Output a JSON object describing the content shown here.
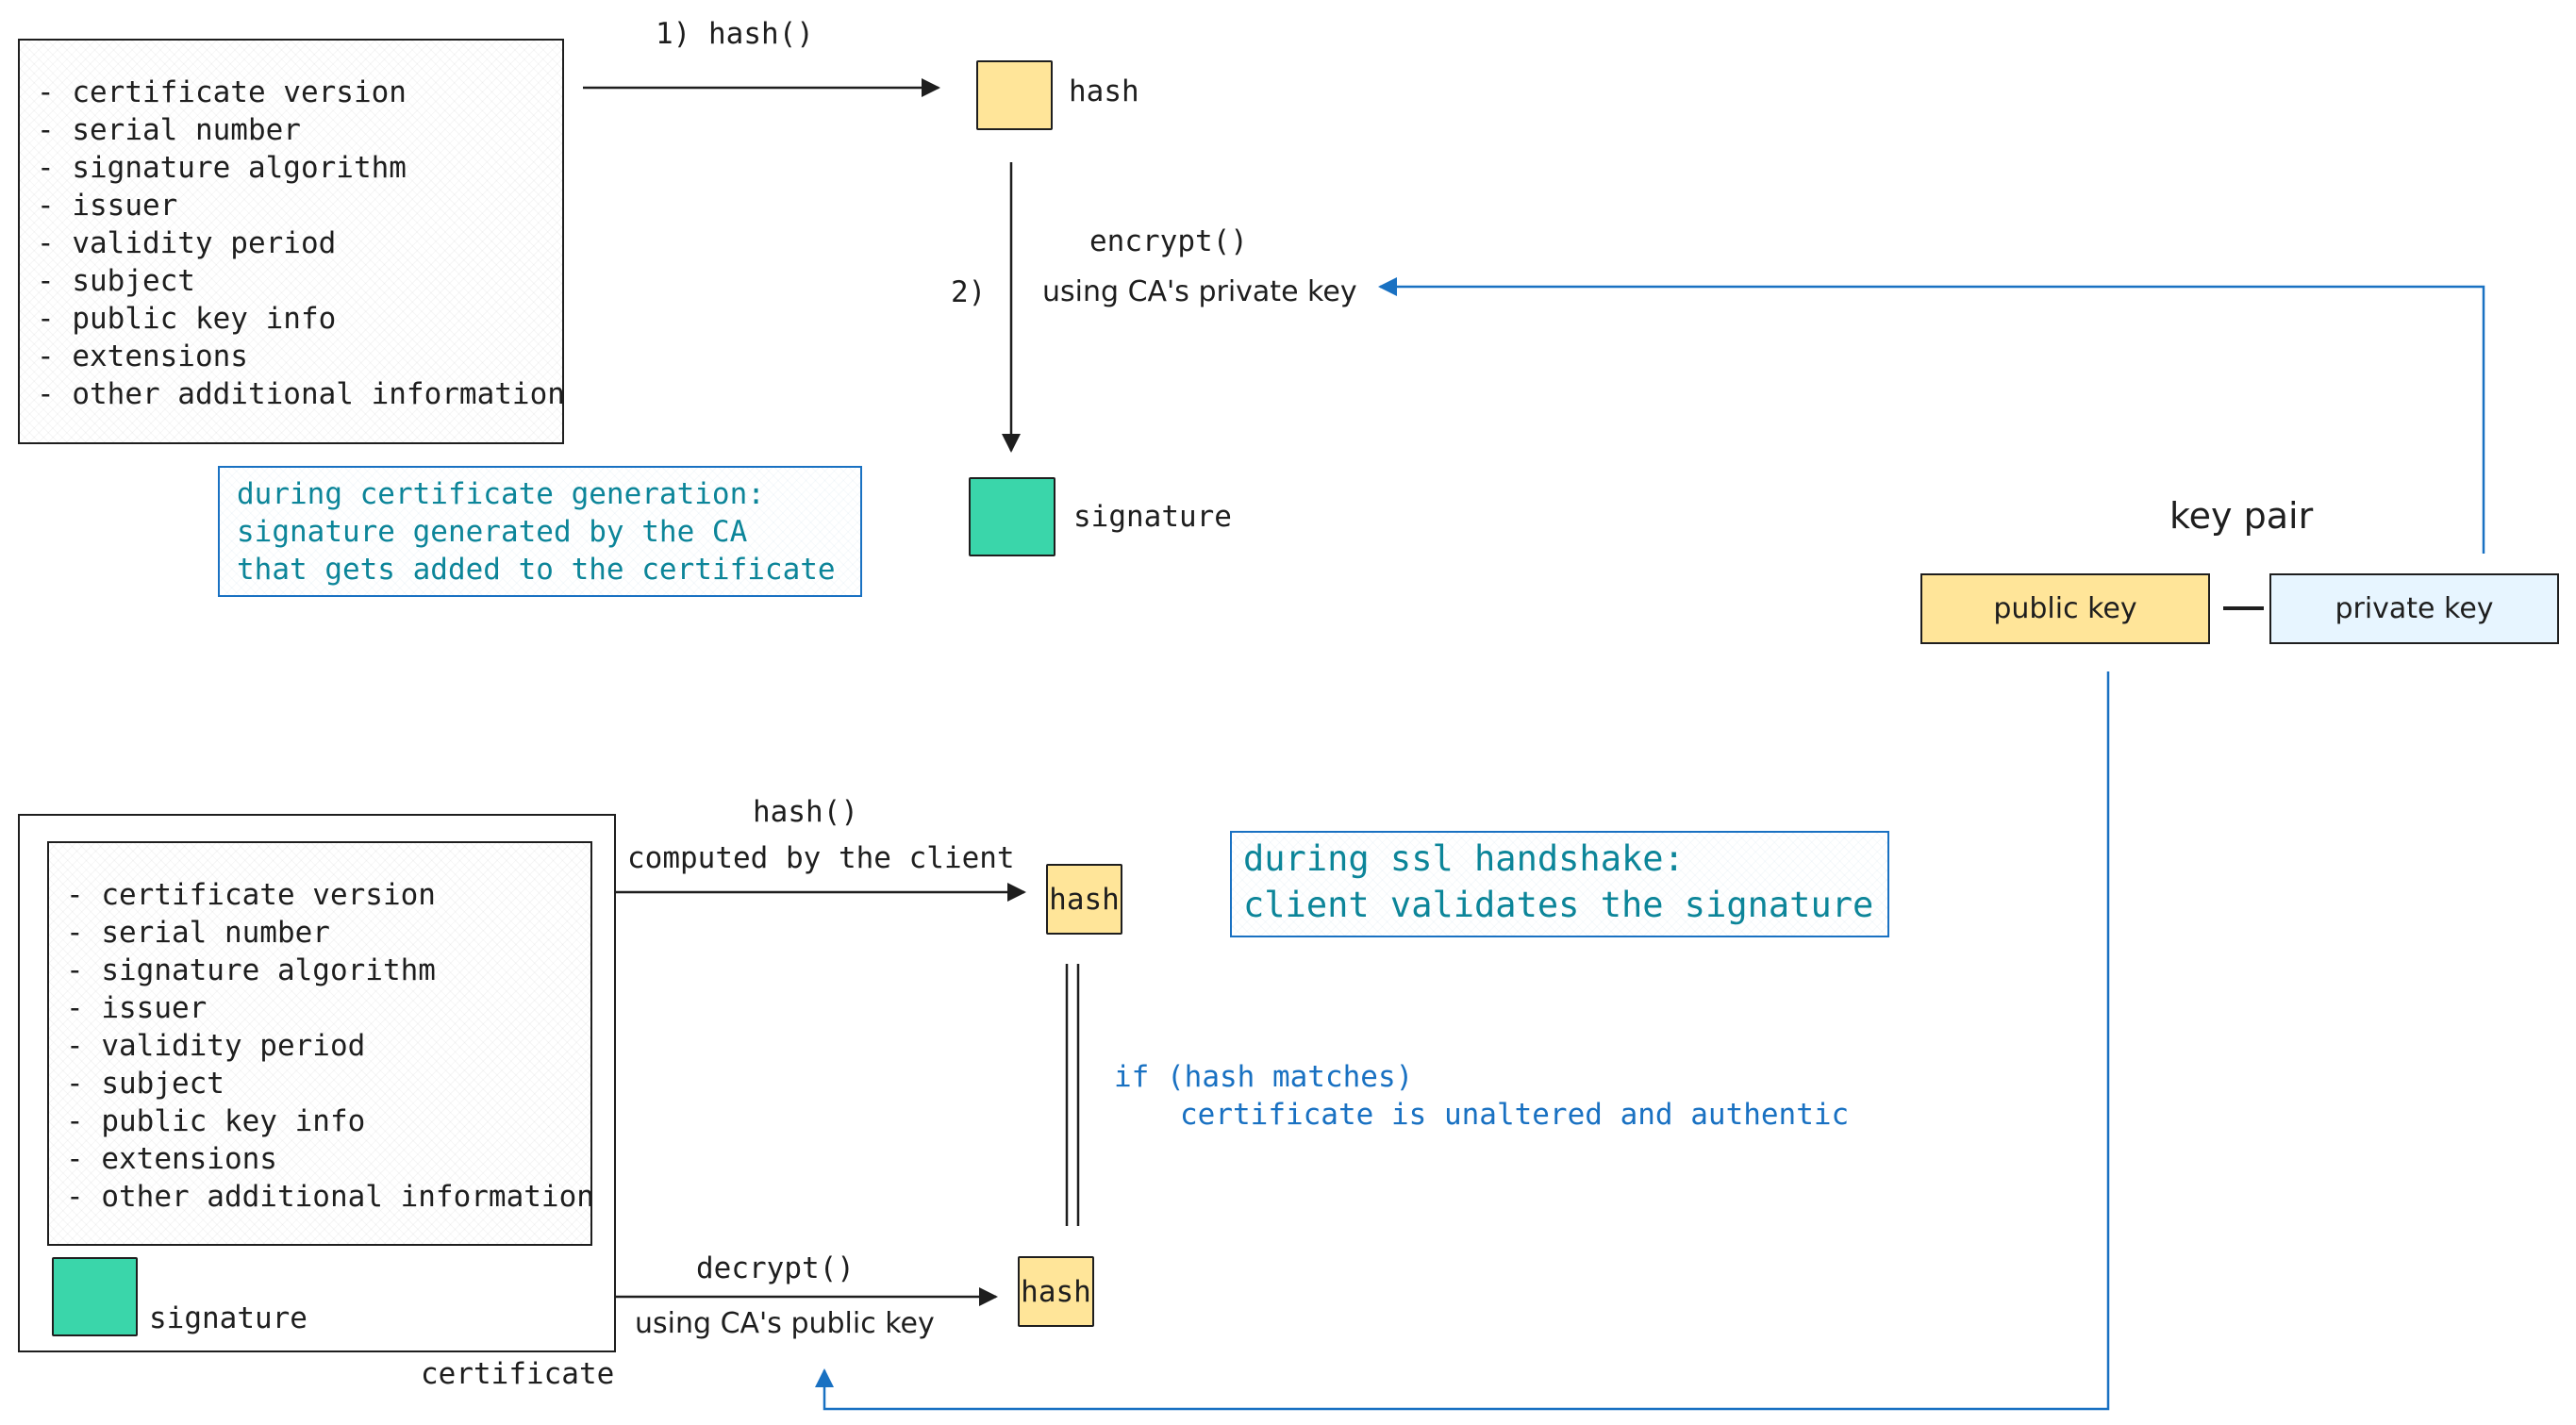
{
  "generation": {
    "fields": [
      "- certificate version",
      "- serial number",
      "- signature algorithm",
      "- issuer",
      "- validity period",
      "- subject",
      "- public key info",
      "- extensions",
      "- other additional information"
    ],
    "step1_label": "1) hash()",
    "hash_label": "hash",
    "encrypt_label": "encrypt()",
    "step2_label": "2)",
    "encrypt_key_label": "using CA's private key",
    "signature_label": "signature",
    "note": [
      "during certificate generation:",
      "signature generated by the CA",
      "that gets added to the certificate"
    ]
  },
  "key_pair": {
    "title": "key pair",
    "public_key": "public key",
    "private_key": "private key"
  },
  "validation": {
    "fields": [
      "- certificate version",
      "- serial number",
      "- signature algorithm",
      "- issuer",
      "- validity period",
      "- subject",
      "- public key info",
      "- extensions",
      "- other additional information"
    ],
    "signature_label": "signature",
    "certificate_label": "certificate",
    "hash_fn_label": "hash()",
    "computed_label": "computed by the client",
    "hash_top_label": "hash",
    "decrypt_label": "decrypt()",
    "decrypt_key_label": "using CA's public key",
    "hash_bottom_label": "hash",
    "match_line1": "if (hash matches)",
    "match_line2": "certificate is unaltered and authentic",
    "note": [
      "during ssl handshake:",
      "client validates the signature"
    ]
  },
  "colors": {
    "hash_fill": "#ffe599",
    "signature_fill": "#3ad6aa",
    "private_key_fill": "#e7f5ff",
    "note_text": "#0c8599",
    "note_border": "#1971c2",
    "match_text": "#1971c2",
    "arrow_blue": "#1971c2"
  }
}
